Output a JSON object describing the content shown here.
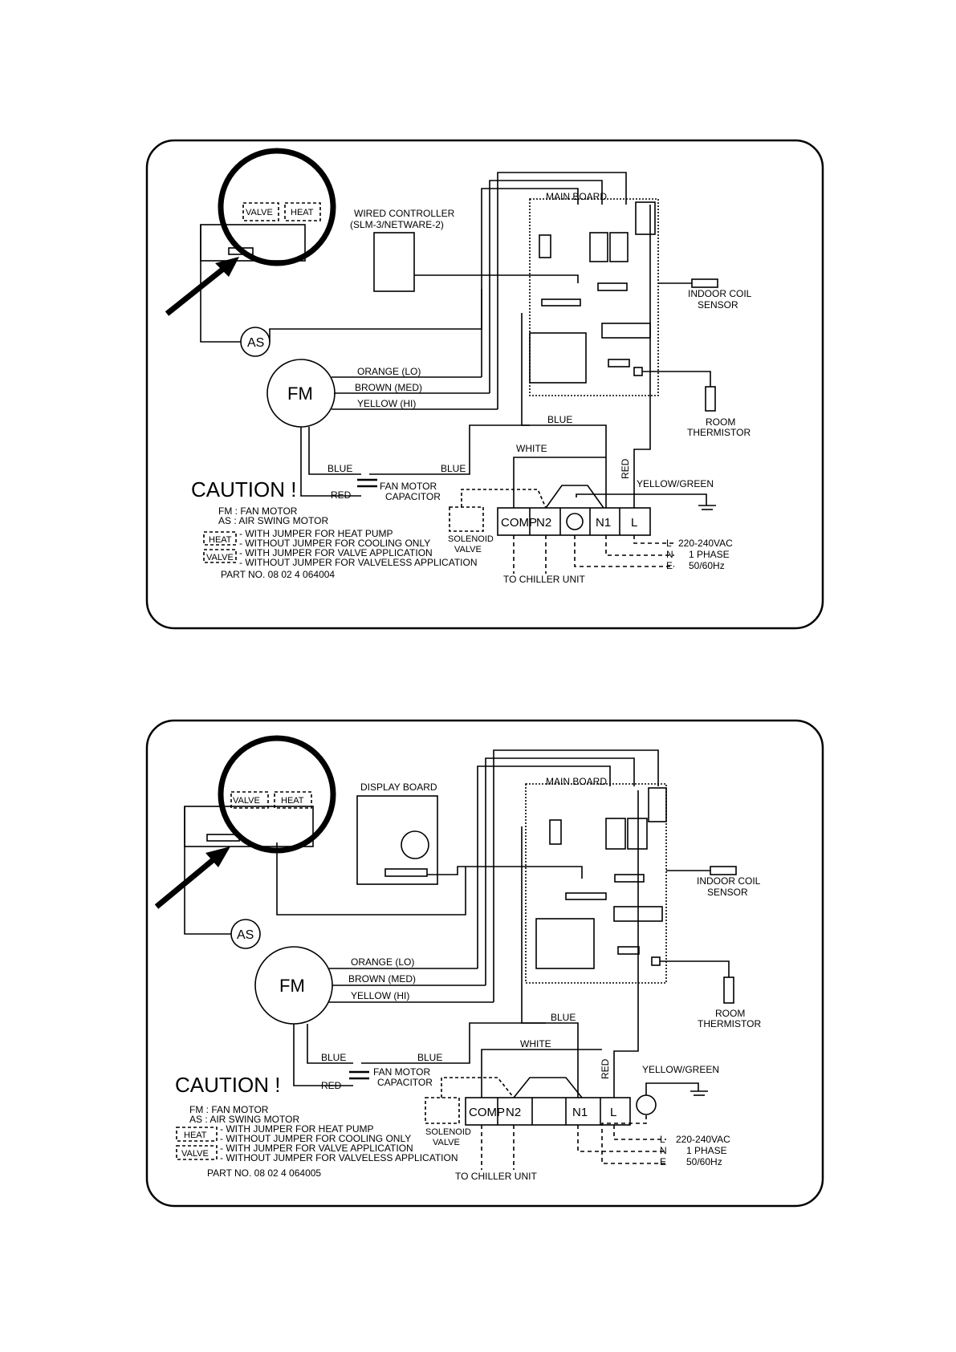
{
  "diagrams": [
    {
      "wired_controller": "WIRED CONTROLLER",
      "wired_controller_model": "(SLM-3/NETWARE-2)",
      "main_board": "MAIN BOARD",
      "valve_jumper": "VALVE",
      "heat_jumper": "HEAT",
      "indoor_coil_sensor_1": "INDOOR COIL",
      "indoor_coil_sensor_2": "SENSOR",
      "room_thermistor_1": "ROOM",
      "room_thermistor_2": "THERMISTOR",
      "air_swing_motor": "AS",
      "fan_motor": "FM",
      "wire_orange": "ORANGE (LO)",
      "wire_brown": "BROWN (MED)",
      "wire_yellow": "YELLOW (HI)",
      "wire_blue_1": "BLUE",
      "wire_blue_2": "BLUE",
      "wire_blue_3": "BLUE",
      "wire_red_cap": "RED",
      "wire_white": "WHITE",
      "wire_red": "RED",
      "wire_yellow_green": "YELLOW/GREEN",
      "capacitor_1": "FAN MOTOR",
      "capacitor_2": "CAPACITOR",
      "solenoid_1": "SOLENOID",
      "solenoid_2": "VALVE",
      "terminals": [
        "COMP",
        "N2",
        "",
        "N1",
        "L"
      ],
      "to_chiller": "TO CHILLER UNIT",
      "supply_l": "L",
      "supply_n": "N",
      "supply_e": "E",
      "supply_voltage": "220-240VAC",
      "supply_phase": "1 PHASE",
      "supply_freq": "50/60Hz",
      "caution": "CAUTION !",
      "legend_fm": "FM :   FAN MOTOR",
      "legend_as": "AS :   AIR SWING MOTOR",
      "legend_heat_box": "HEAT",
      "legend_valve_box": "VALVE",
      "legend_heat_1": "- WITH JUMPER FOR HEAT PUMP",
      "legend_heat_2": "- WITHOUT JUMPER FOR COOLING ONLY",
      "legend_valve_1": "- WITH JUMPER FOR VALVE APPLICATION",
      "legend_valve_2": "- WITHOUT JUMPER FOR VALVELESS APPLICATION",
      "part_no": "PART NO. 08 02 4 064004"
    },
    {
      "display_board": "DISPLAY BOARD",
      "main_board": "MAIN BOARD",
      "valve_jumper": "VALVE",
      "heat_jumper": "HEAT",
      "indoor_coil_sensor_1": "INDOOR COIL",
      "indoor_coil_sensor_2": "SENSOR",
      "room_thermistor_1": "ROOM",
      "room_thermistor_2": "THERMISTOR",
      "air_swing_motor": "AS",
      "fan_motor": "FM",
      "wire_orange": "ORANGE (LO)",
      "wire_brown": "BROWN (MED)",
      "wire_yellow": "YELLOW (HI)",
      "wire_blue_1": "BLUE",
      "wire_blue_2": "BLUE",
      "wire_blue_3": "BLUE",
      "wire_red_cap": "RED",
      "wire_white": "WHITE",
      "wire_red": "RED",
      "wire_yellow_green": "YELLOW/GREEN",
      "capacitor_1": "FAN MOTOR",
      "capacitor_2": "CAPACITOR",
      "solenoid_1": "SOLENOID",
      "solenoid_2": "VALVE",
      "terminals": [
        "COMP",
        "N2",
        "",
        "N1",
        "L"
      ],
      "to_chiller": "TO CHILLER UNIT",
      "supply_l": "L",
      "supply_n": "N",
      "supply_e": "E",
      "supply_voltage": "220-240VAC",
      "supply_phase": "1 PHASE",
      "supply_freq": "50/60Hz",
      "caution": "CAUTION !",
      "legend_fm": "FM :   FAN MOTOR",
      "legend_as": "AS :   AIR SWING MOTOR",
      "legend_heat_box": "HEAT",
      "legend_valve_box": "VALVE",
      "legend_heat_1": "- WITH JUMPER FOR HEAT PUMP",
      "legend_heat_2": "- WITHOUT JUMPER FOR COOLING ONLY",
      "legend_valve_1": "- WITH JUMPER FOR VALVE APPLICATION",
      "legend_valve_2": "- WITHOUT JUMPER FOR VALVELESS APPLICATION",
      "part_no": "PART NO. 08 02 4 064005"
    }
  ],
  "colors": {
    "ink": "#000000",
    "paper": "#ffffff"
  }
}
